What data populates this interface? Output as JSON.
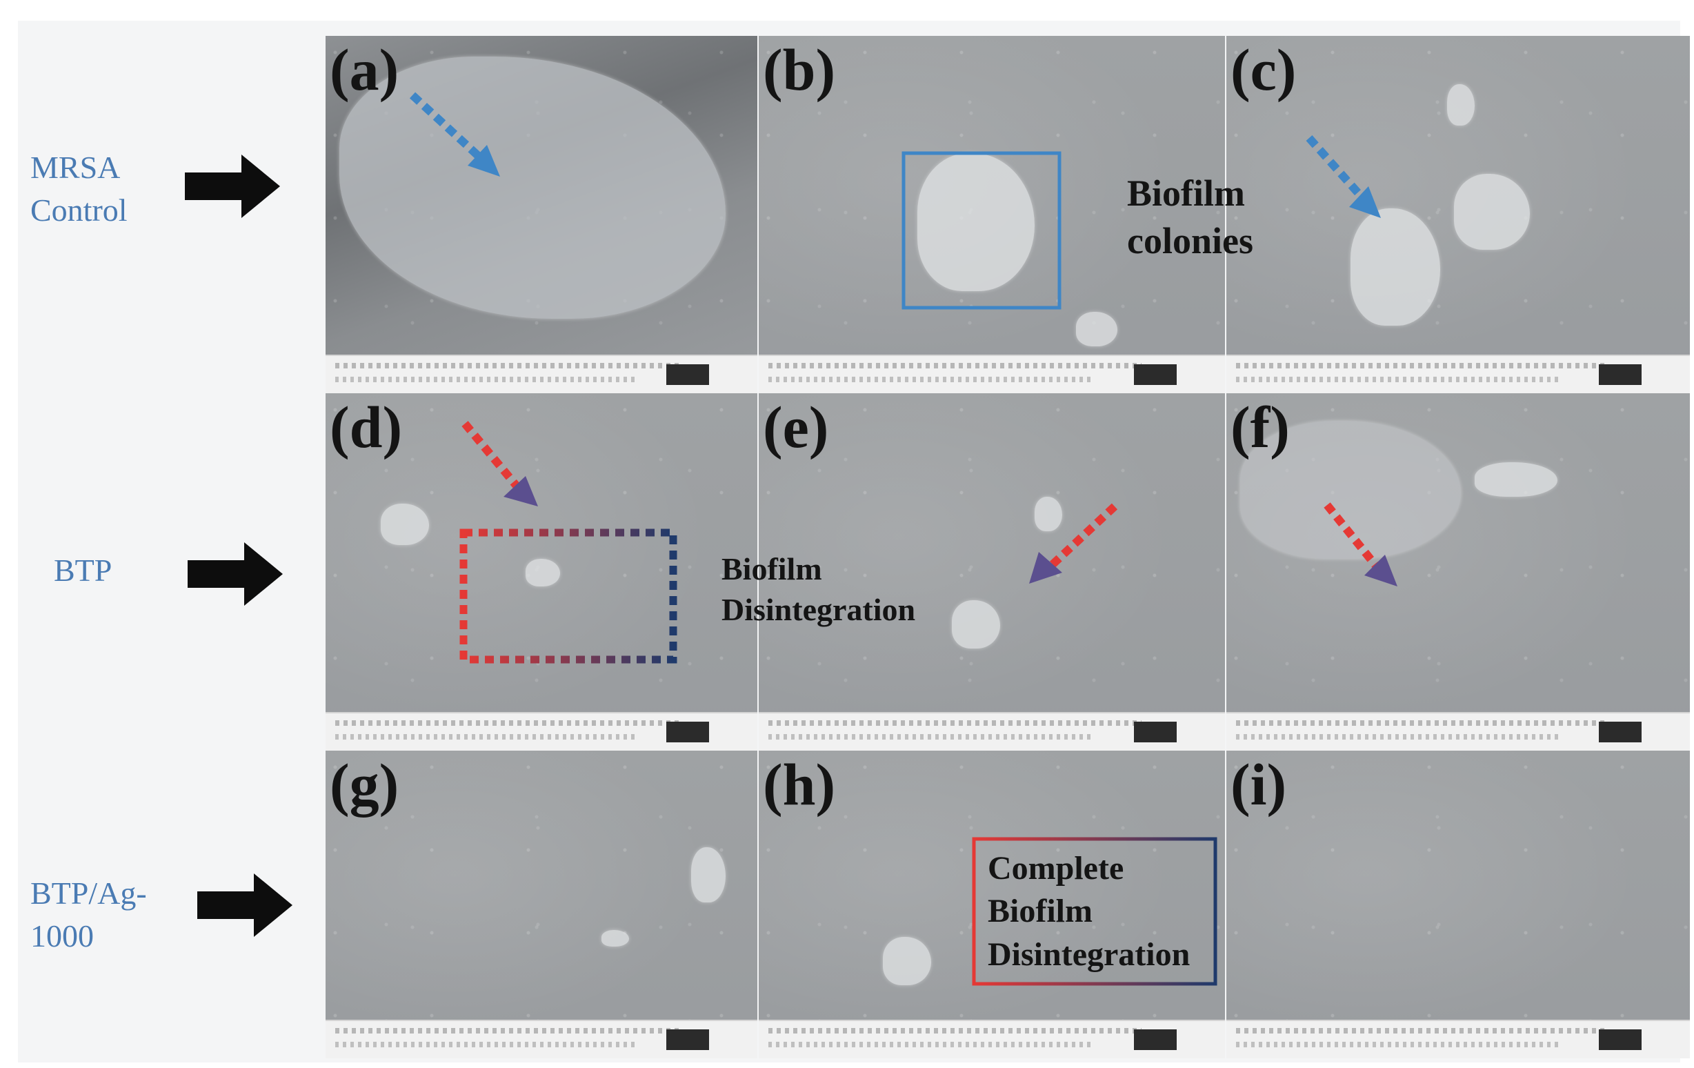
{
  "row_labels": [
    {
      "line1": "MRSA",
      "line2": "Control"
    },
    {
      "line1": "BTP",
      "line2": ""
    },
    {
      "line1": "BTP/Ag-",
      "line2": "1000"
    }
  ],
  "panels": [
    "(a)",
    "(b)",
    "(c)",
    "(d)",
    "(e)",
    "(f)",
    "(g)",
    "(h)",
    "(i)"
  ],
  "annotations": {
    "biofilm_colonies": {
      "line1": "Biofilm",
      "line2": "colonies"
    },
    "biofilm_disintegration": {
      "line1": "Biofilm",
      "line2": "Disintegration"
    },
    "complete_disintegration": {
      "line1": "Complete",
      "line2": "Biofilm",
      "line3": "Disintegration"
    }
  },
  "colors": {
    "row_label": "#4a7bb3",
    "blue_marker": "#3f86c6",
    "red_marker": "#e53935",
    "navy_marker": "#1f3a6b",
    "arrow_black": "#0d0d0d"
  }
}
